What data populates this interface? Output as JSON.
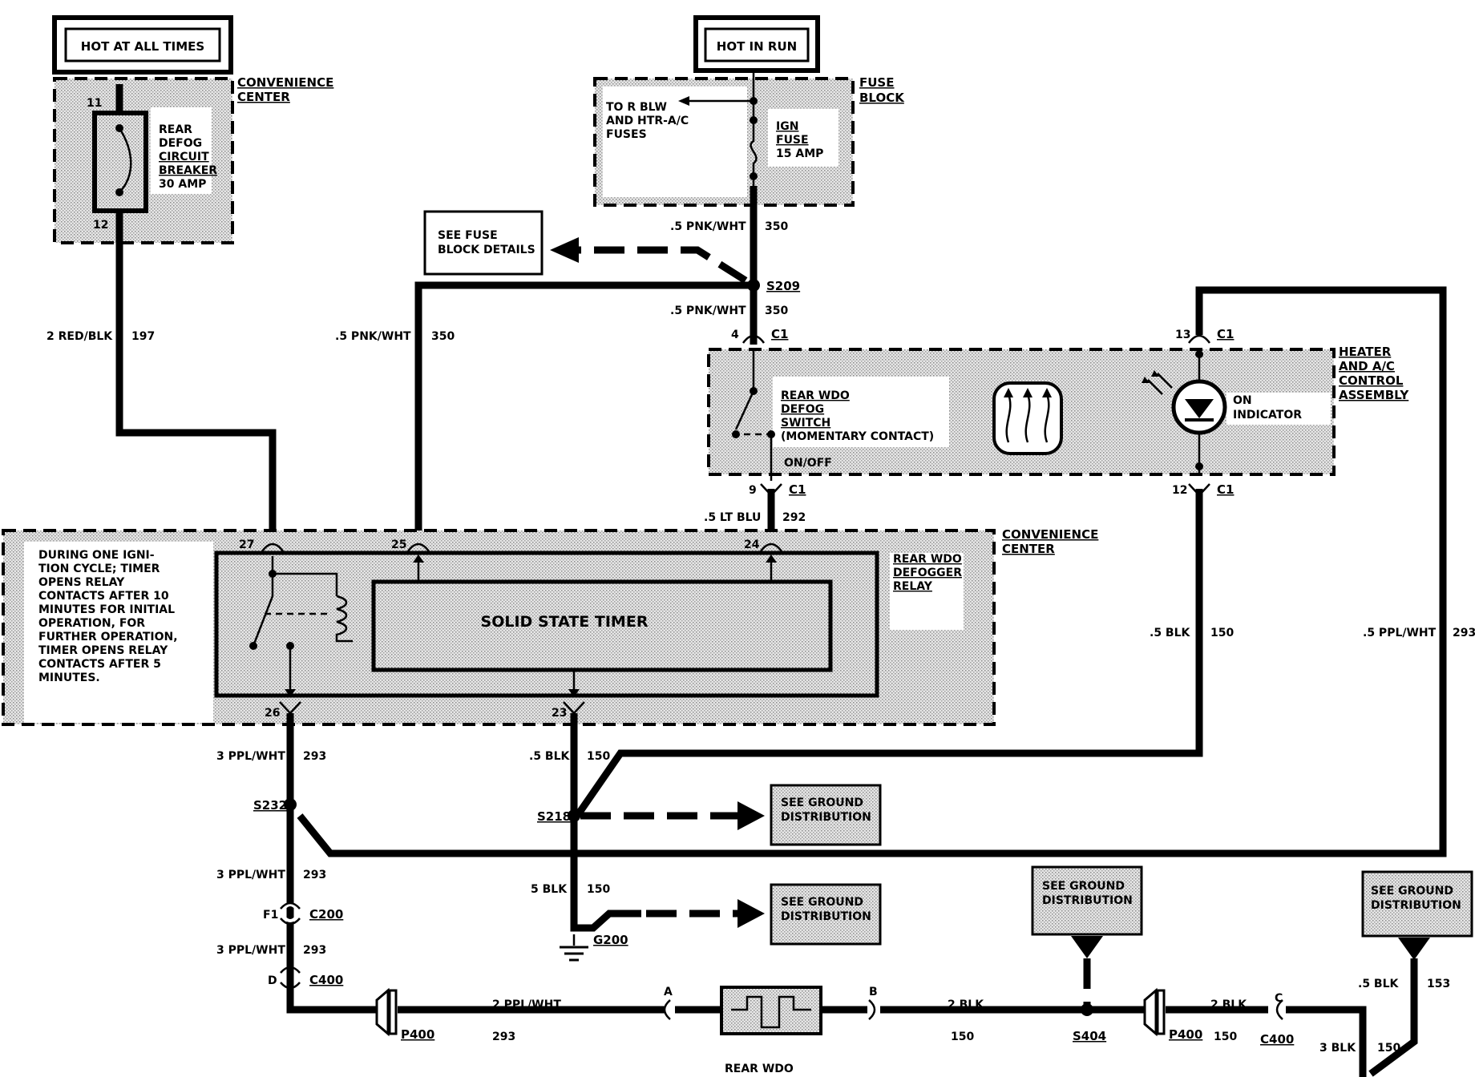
{
  "labels": {
    "hot_at_all_times": "HOT AT ALL TIMES",
    "hot_in_run": "HOT IN RUN",
    "convenience_center": [
      "CONVENIENCE",
      "CENTER"
    ],
    "rear_defog_cb": [
      "REAR",
      "DEFOG",
      "CIRCUIT",
      "BREAKER",
      "30 AMP"
    ],
    "fuse_block": [
      "FUSE",
      "BLOCK"
    ],
    "to_r_blw": [
      "TO R BLW",
      "AND HTR-A/C",
      "FUSES"
    ],
    "ign_fuse": [
      "IGN",
      "FUSE",
      "15 AMP"
    ],
    "see_fuse_block": [
      "SEE FUSE",
      "BLOCK DETAILS"
    ],
    "heater_ac": [
      "HEATER",
      "AND A/C",
      "CONTROL",
      "ASSEMBLY"
    ],
    "rear_wdo_switch": [
      "REAR WDO",
      "DEFOG",
      "SWITCH",
      "(MOMENTARY CONTACT)"
    ],
    "on_off": "ON/OFF",
    "on_indicator": [
      "ON",
      "INDICATOR"
    ],
    "timer_note": [
      "DURING ONE IGNI-",
      "TION CYCLE; TIMER",
      "OPENS RELAY",
      "CONTACTS AFTER 10",
      "MINUTES FOR INITIAL",
      "OPERATION, FOR",
      "FURTHER OPERATION,",
      "TIMER OPENS RELAY",
      "CONTACTS AFTER 5",
      "MINUTES."
    ],
    "solid_state_timer": "SOLID STATE TIMER",
    "rear_wdo_defogger_relay": [
      "REAR WDO",
      "DEFOGGER",
      "RELAY"
    ],
    "see_ground": [
      "SEE GROUND",
      "DISTRIBUTION"
    ],
    "rear_wdo": "REAR WDO"
  },
  "wires": {
    "w197": "2 RED/BLK",
    "c197": "197",
    "w350": ".5 PNK/WHT",
    "c350": "350",
    "w292": ".5 LT BLU",
    "c292": "292",
    "w150a": ".5 BLK",
    "c150": "150",
    "w150b": "5 BLK",
    "w293": "3 PPL/WHT",
    "c293": "293",
    "w293b": ".5 PPL/WHT",
    "w293c": "2 PPL/WHT",
    "w2blk": "2 BLK",
    "w3blk": "3 BLK",
    "w153": ".5 BLK",
    "c153": "153"
  },
  "pins": {
    "p11": "11",
    "p12": "12",
    "p4": "4",
    "p9": "9",
    "p13": "13",
    "p12b": "12",
    "p27": "27",
    "p25": "25",
    "p24": "24",
    "p26": "26",
    "p23": "23",
    "c1": "C1",
    "f1": "F1",
    "c200": "C200",
    "d": "D",
    "c400": "C400",
    "a": "A",
    "b": "B",
    "c": "C",
    "p400": "P400"
  },
  "splices": {
    "s209": "S209",
    "s232": "S232",
    "s218": "S218",
    "s404": "S404",
    "g200": "G200"
  }
}
